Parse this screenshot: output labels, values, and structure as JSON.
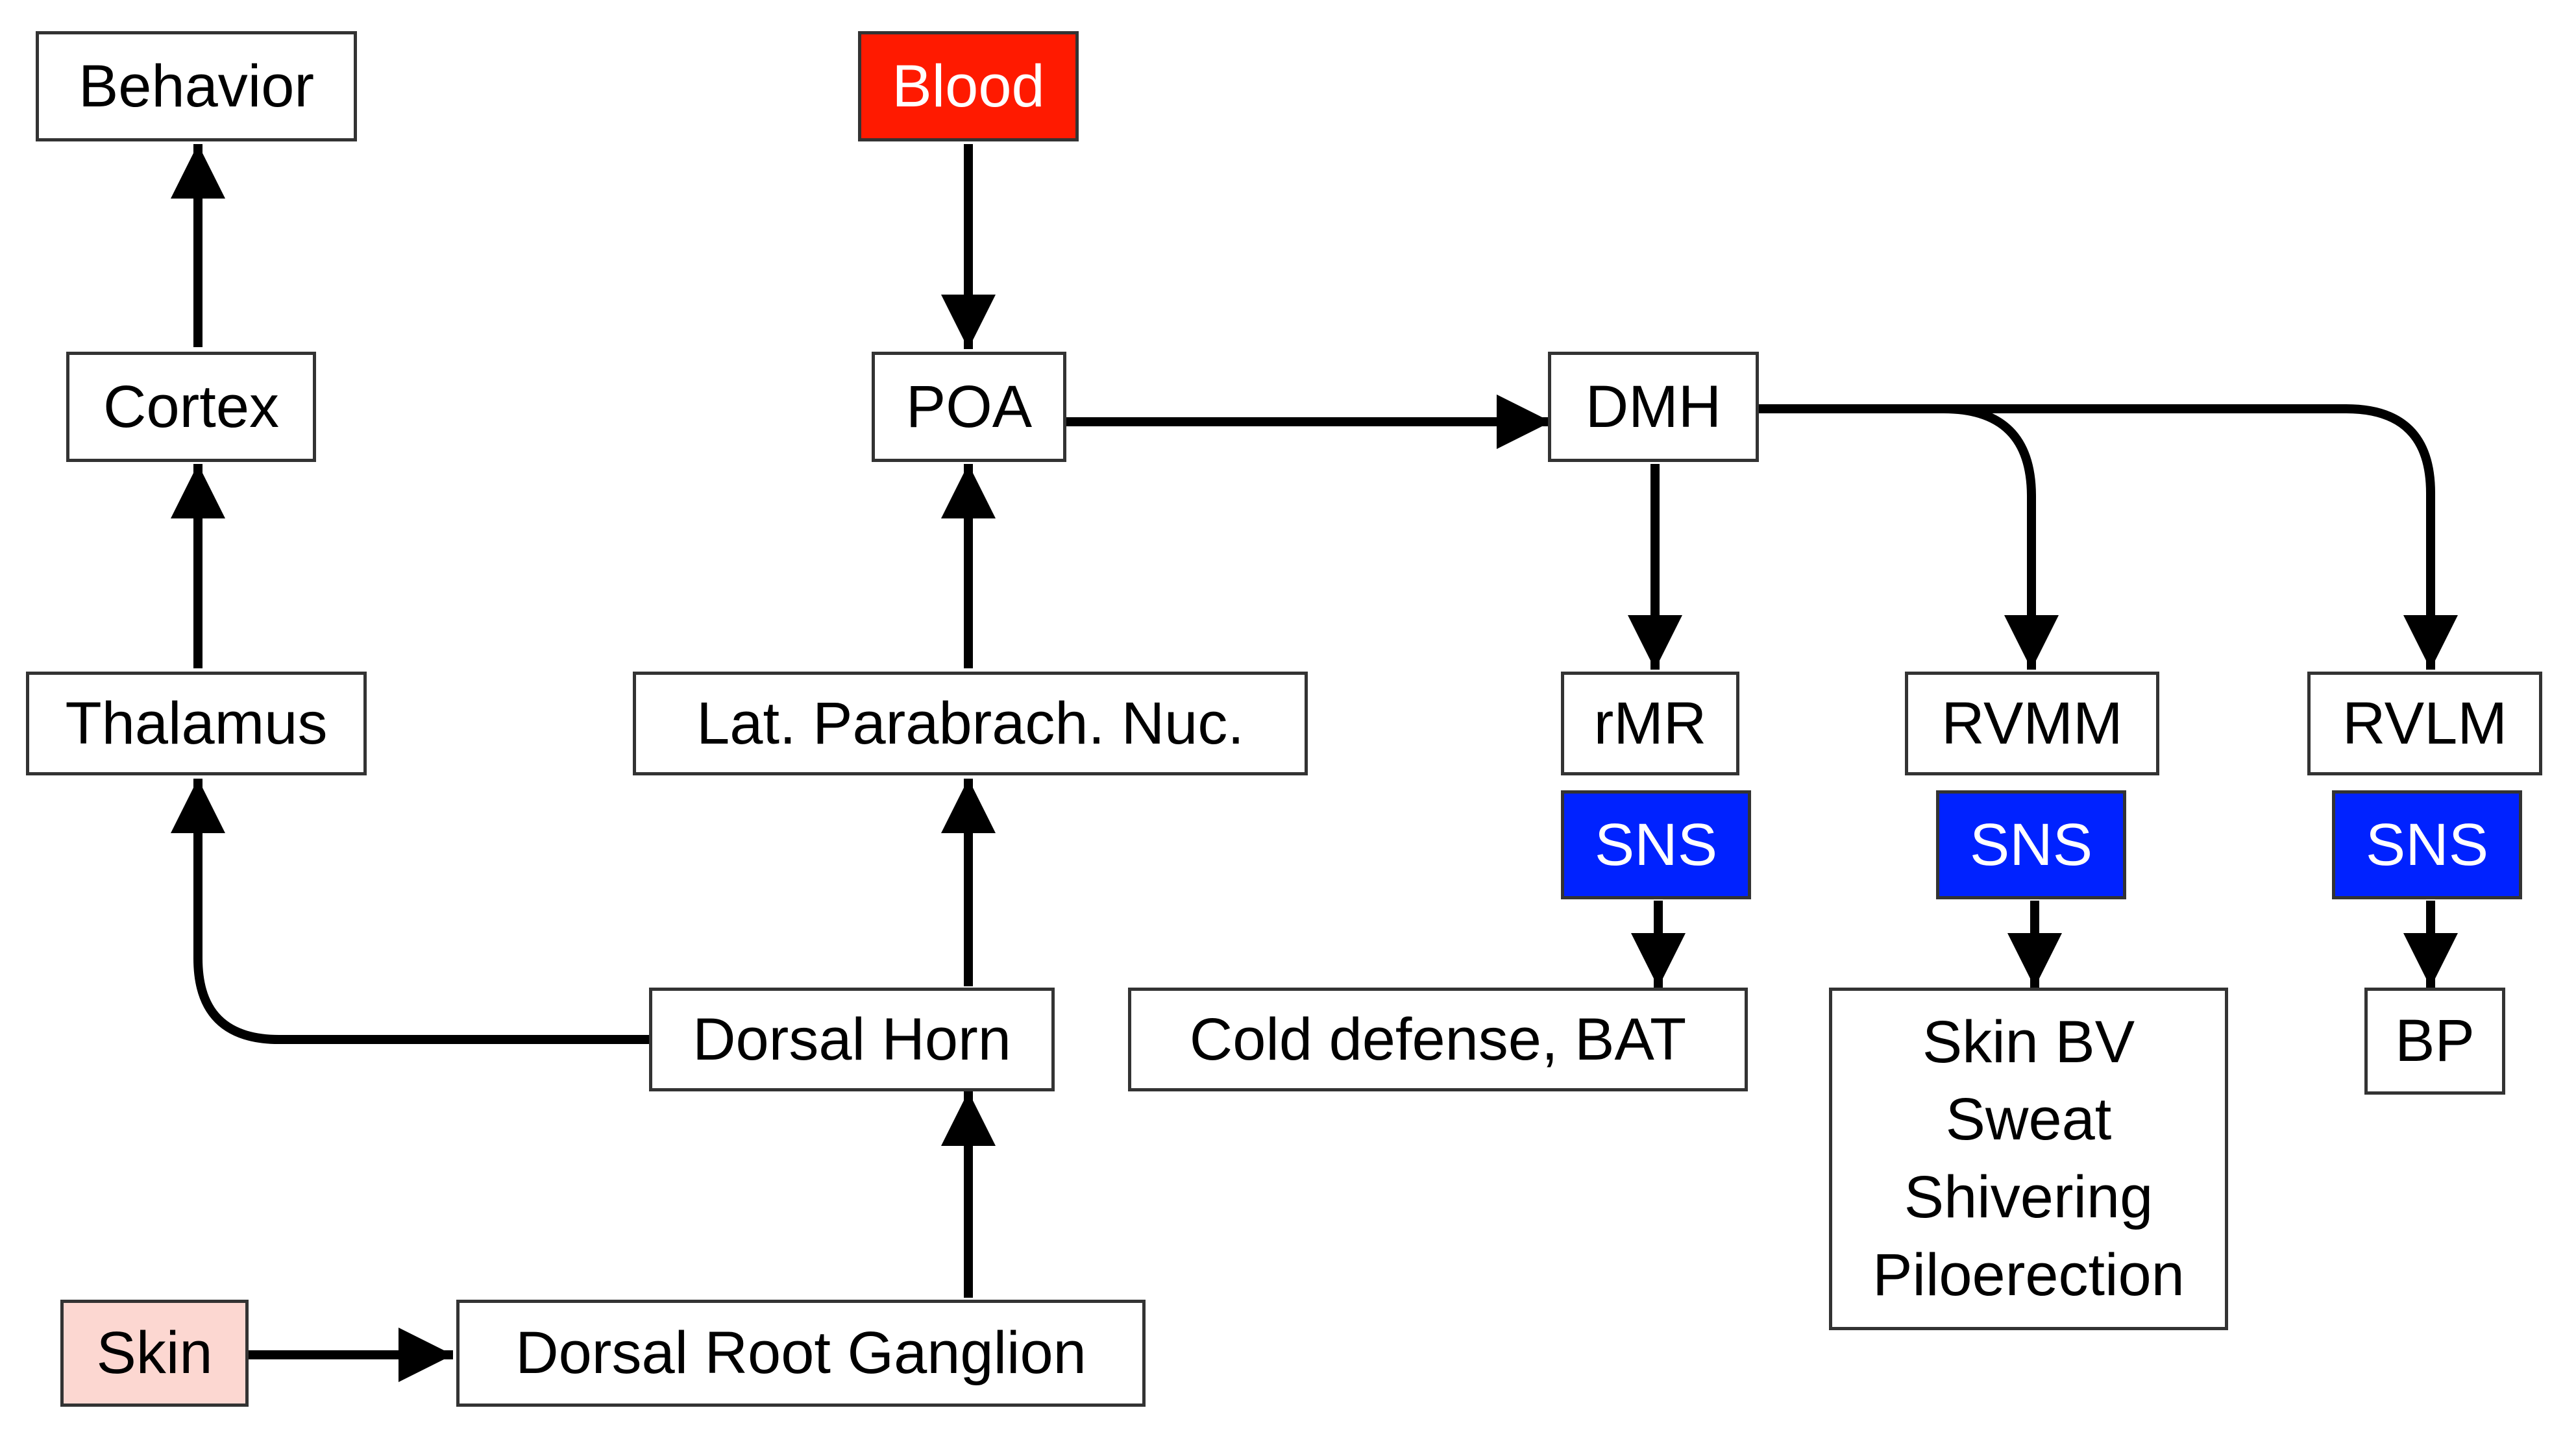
{
  "nodes": {
    "behavior": "Behavior",
    "blood": "Blood",
    "cortex": "Cortex",
    "poa": "POA",
    "dmh": "DMH",
    "thalamus": "Thalamus",
    "lpn": "Lat. Parabrach. Nuc.",
    "rmr": "rMR",
    "rvmm": "RVMM",
    "rvlm": "RVLM",
    "sns1": "SNS",
    "sns2": "SNS",
    "sns3": "SNS",
    "dorsal_horn": "Dorsal Horn",
    "cold_defense": "Cold defense, BAT",
    "effects": [
      "Skin BV",
      "Sweat",
      "Shivering",
      "Piloerection"
    ],
    "bp": "BP",
    "skin": "Skin",
    "drg": "Dorsal Root Ganglion"
  },
  "colors": {
    "blood": "#ff1a00",
    "skin": "#fcd7d1",
    "sns": "#0022ff",
    "arrow": "#000000"
  },
  "edges": [
    {
      "from": "Blood",
      "to": "POA"
    },
    {
      "from": "Cortex",
      "to": "Behavior"
    },
    {
      "from": "Thalamus",
      "to": "Cortex"
    },
    {
      "from": "POA",
      "to": "DMH"
    },
    {
      "from": "Lat. Parabrach. Nuc.",
      "to": "POA"
    },
    {
      "from": "DMH",
      "to": "rMR"
    },
    {
      "from": "DMH",
      "to": "RVMM"
    },
    {
      "from": "DMH",
      "to": "RVLM"
    },
    {
      "from": "Dorsal Horn",
      "to": "Thalamus"
    },
    {
      "from": "Dorsal Horn",
      "to": "Lat. Parabrach. Nuc."
    },
    {
      "from": "SNS",
      "to": "Cold defense, BAT"
    },
    {
      "from": "SNS",
      "to": "Skin BV / Sweat / Shivering / Piloerection"
    },
    {
      "from": "SNS",
      "to": "BP"
    },
    {
      "from": "Skin",
      "to": "Dorsal Root Ganglion"
    },
    {
      "from": "Dorsal Root Ganglion",
      "to": "Dorsal Horn"
    }
  ]
}
